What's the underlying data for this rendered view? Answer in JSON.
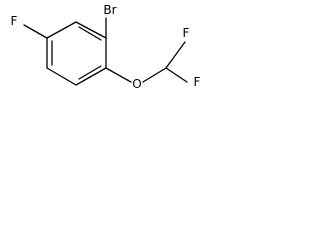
{
  "molecule": {
    "atoms": {
      "bromine": "Br",
      "fluorine_ring": "F",
      "oxygen": "O",
      "fluorine_top": "F",
      "fluorine_bottom": "F"
    },
    "colors": {
      "bond": "#000000",
      "label": "#000000",
      "background": "#ffffff"
    }
  }
}
